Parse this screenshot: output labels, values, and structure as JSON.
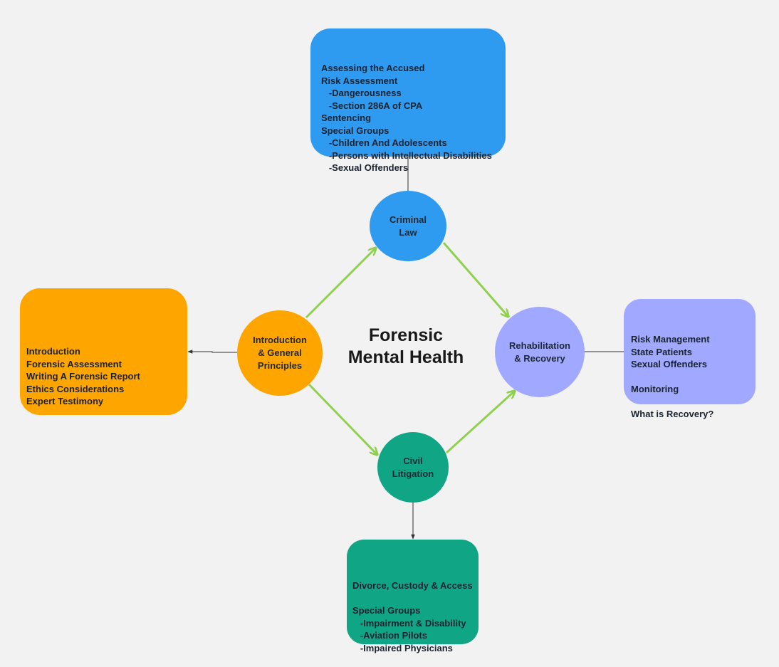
{
  "title": "Forensic\nMental Health",
  "colors": {
    "background": "#f2f2f2",
    "criminal": "#2f9bf0",
    "intro": "#ffa500",
    "rehab": "#a0a8ff",
    "civil": "#0fa585",
    "arrow": "#8fd14f",
    "connector": "#333333"
  },
  "nodes": {
    "criminal": "Criminal\nLaw",
    "intro": "Introduction\n& General\nPrinciples",
    "rehab": "Rehabilitation\n& Recovery",
    "civil": "Civil\nLitigation"
  },
  "boxes": {
    "criminal": [
      "Assessing the Accused",
      "Risk Assessment",
      "   -Dangerousness",
      "   -Section 286A of CPA",
      "Sentencing",
      "Special Groups",
      "   -Children And Adolescents",
      "   -Persons with Intellectual Disabilities",
      "   -Sexual Offenders"
    ],
    "intro": [
      "Introduction",
      "Forensic Assessment",
      "Writing A Forensic Report",
      "Ethics Considerations",
      "Expert Testimony"
    ],
    "rehab": [
      "Risk Management",
      "State Patients",
      "Sexual Offenders",
      "",
      "Monitoring",
      "",
      "What is Recovery?"
    ],
    "civil": [
      "Divorce, Custody & Access",
      "",
      "Special Groups",
      "   -Impairment & Disability",
      "   -Aviation Pilots",
      "   -Impaired Physicians"
    ]
  }
}
